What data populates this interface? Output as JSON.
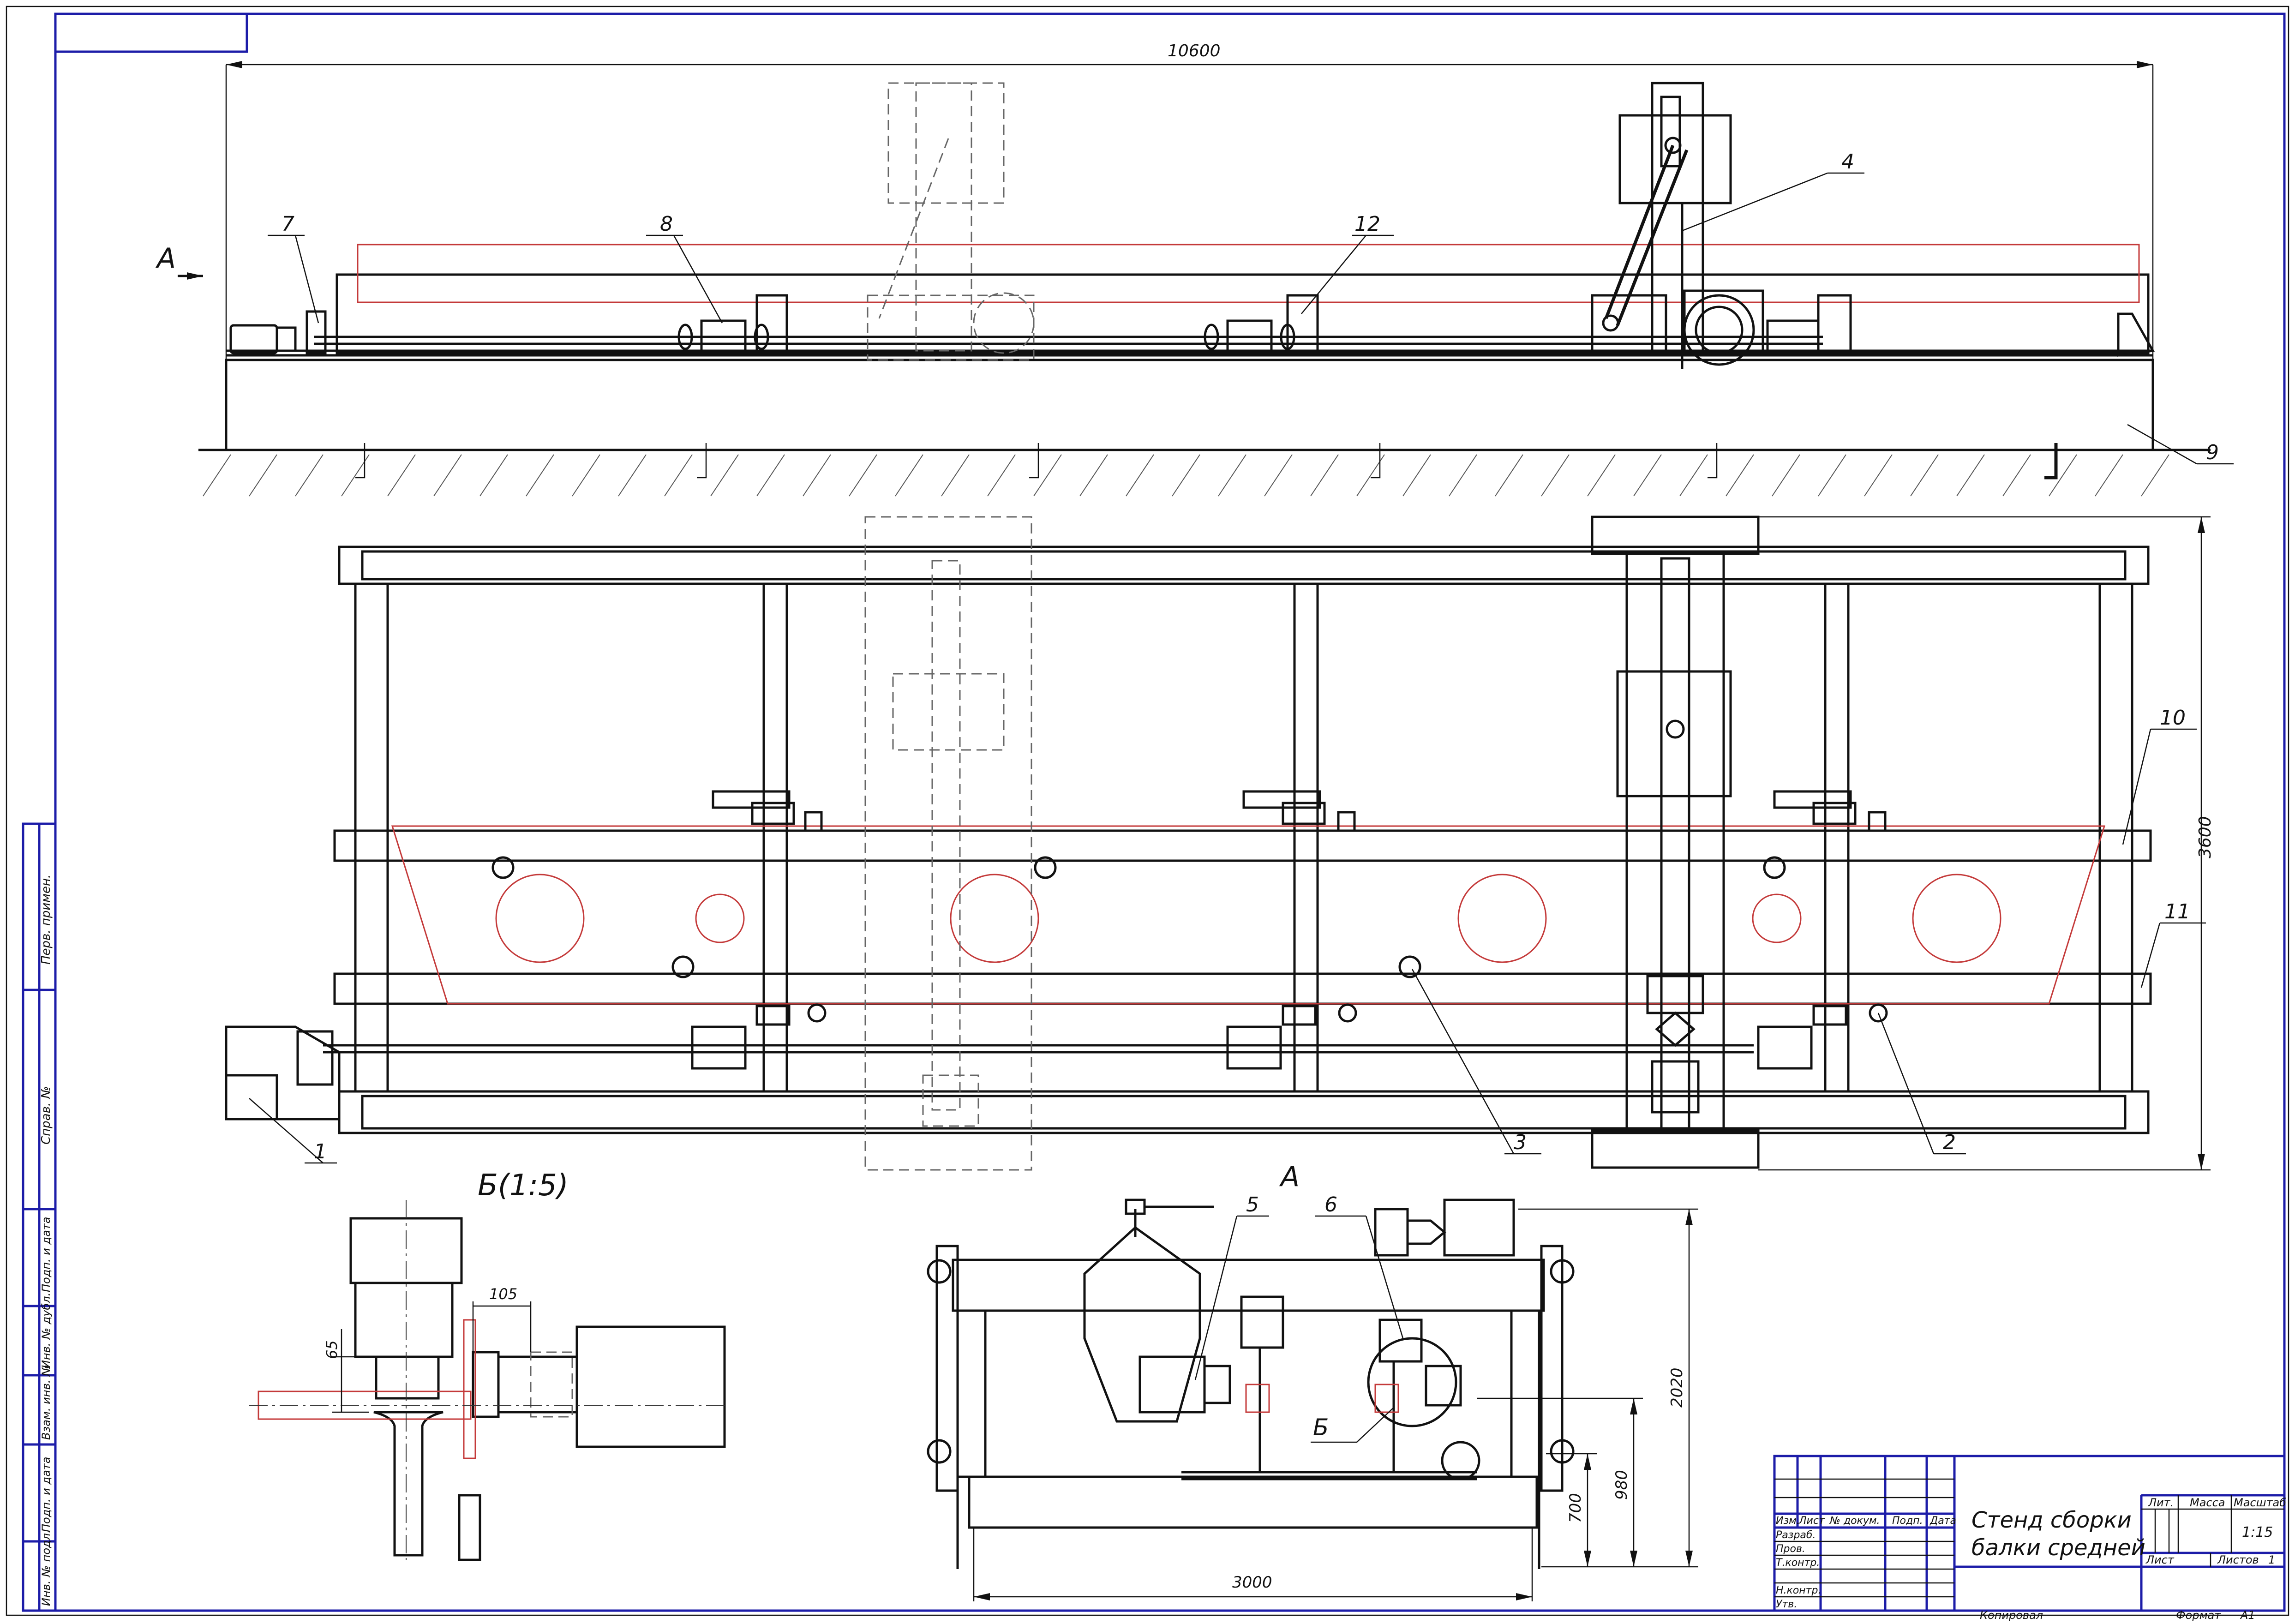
{
  "drawing": {
    "overall_length": "10600",
    "width_dim": "3600",
    "height_dim_total": "2020",
    "height_dim_mid": "980",
    "height_dim_low": "700",
    "base_width_dim": "3000",
    "detail_dim_a": "105",
    "detail_dim_b": "65"
  },
  "views": {
    "view_a_arrow": "А",
    "view_a_title": "А",
    "detail_title": "Б(1:5)",
    "detail_callout": "Б"
  },
  "callouts": [
    "1",
    "2",
    "3",
    "4",
    "5",
    "6",
    "7",
    "8",
    "9",
    "10",
    "11",
    "12"
  ],
  "title_block": {
    "title_line1": "Стенд сборки",
    "title_line2": "балки средней",
    "col_lit": "Лит.",
    "col_massa": "Масса",
    "col_masshtab": "Масштаб",
    "scale": "1:15",
    "sheet_label": "Лист",
    "sheets_label": "Листов",
    "sheets_count": "1",
    "hdr_izm": "Изм.",
    "hdr_list": "Лист",
    "hdr_docnum": "№ докум.",
    "hdr_podp": "Подп.",
    "hdr_data": "Дата",
    "row_razrab": "Разраб.",
    "row_prov": "Пров.",
    "row_tkontr": "Т.контр.",
    "row_nkontr": "Н.контр.",
    "row_utv": "Утв.",
    "copied": "Копировал",
    "format_label": "Формат",
    "format_value": "А1"
  },
  "side_strip": {
    "perv_primen": "Перв. примен.",
    "sprav_no": "Справ. №",
    "podp_data_1": "Подп. и дата",
    "inv_dubl": "Инв. № дубл.",
    "vzam_inv": "Взам. инв. №",
    "podp_data_2": "Подп. и дата",
    "inv_podl": "Инв. № подл."
  }
}
